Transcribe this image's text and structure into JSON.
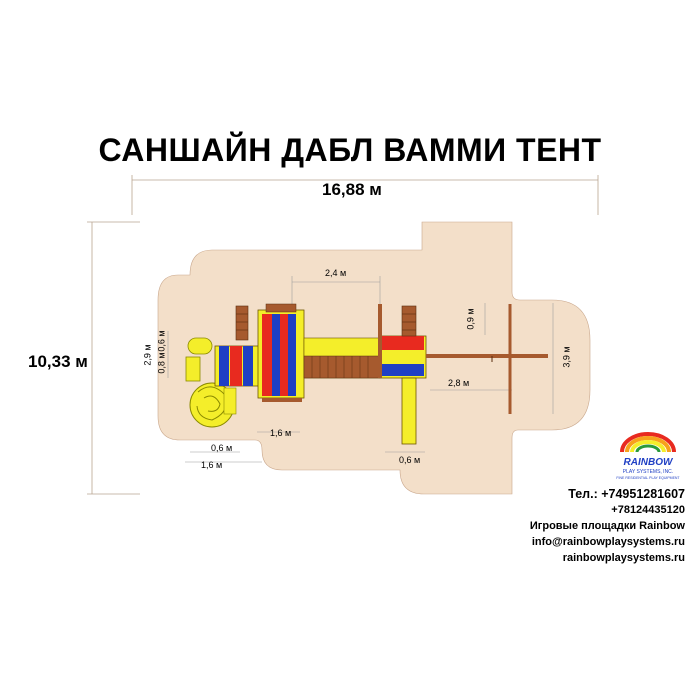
{
  "title": "САНШАЙН ДАБЛ ВАММИ ТЕНТ",
  "dimensions": {
    "total_width": "16,88 м",
    "total_height": "10,33 м",
    "tent_width": "2,4 м",
    "tower_right_offset": "0,9 м",
    "swing_height": "3,9 м",
    "beam_length": "2,8 м",
    "left_side_1": "0,6 м",
    "left_side_2": "0,8 м",
    "left_side_3": "2,9 м",
    "bottom_tower": "1,6 м",
    "slide_width": "0,6 м",
    "slide_zone": "1,6 м",
    "bottom_slide": "0,6 м"
  },
  "logo": {
    "name": "RAINBOW",
    "sub1": "PLAY SYSTEMS, INC.",
    "sub2": "FINE RESIDENTIAL PLAY EQUIPMENT"
  },
  "contacts": {
    "phone_label": "Тел.: +74951281607",
    "phone2": "+78124435120",
    "company": "Игровые площадки Rainbow",
    "email": "info@rainbowplaysystems.ru",
    "site": "rainbowplaysystems.ru"
  },
  "colors": {
    "safety_zone": "#f3dfc9",
    "yellow": "#f4ee2a",
    "red": "#e82a1f",
    "blue": "#1f3fc4",
    "wood": "#a65a2e"
  }
}
